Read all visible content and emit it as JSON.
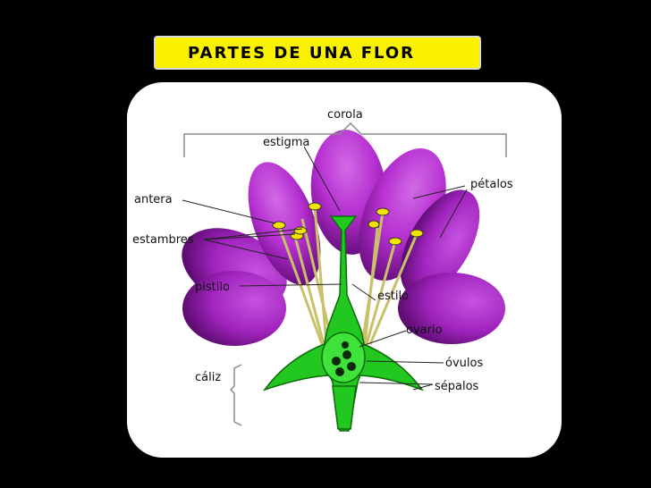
{
  "title": "PARTES DE UNA FLOR",
  "labels": {
    "corola": "corola",
    "estigma": "estigma",
    "petalos": "pétalos",
    "antera": "antera",
    "estambres": "estambres",
    "pistilo": "pistilo",
    "estilo": "estilo",
    "ovario": "ovario",
    "ovulos": "óvulos",
    "caliz": "cáliz",
    "sepalos": "sépalos"
  },
  "colors": {
    "background": "#000000",
    "title_box": "#f9f100",
    "petal": "#b52fd0",
    "petal_dark": "#6a0f80",
    "stem": "#22c81f",
    "anther": "#f2e400"
  }
}
